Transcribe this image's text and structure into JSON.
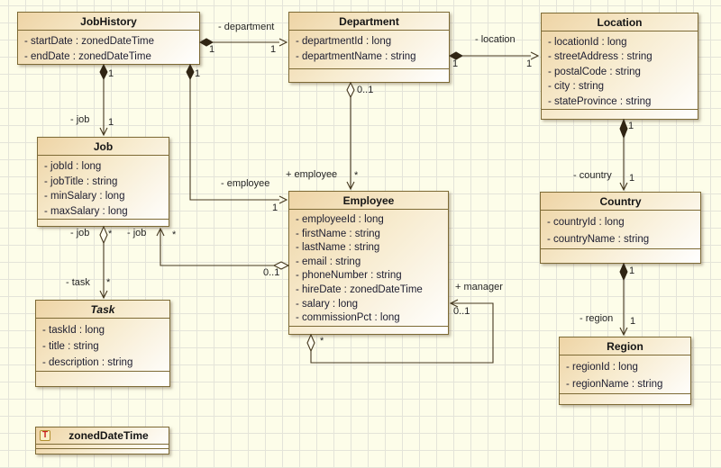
{
  "canvas": {
    "background_color": "#fdfde9",
    "grid_color": "#e4e4d9",
    "box_fill_start": "#eed4a5",
    "box_border_color": "#7d6a35",
    "datatype_icon_color": "#cc2222"
  },
  "diagram": {
    "classes": [
      {
        "name": "JobHistory",
        "attributes": [
          "- startDate : zonedDateTime",
          "- endDate : zonedDateTime"
        ]
      },
      {
        "name": "Department",
        "attributes": [
          "- departmentId : long",
          "- departmentName : string"
        ]
      },
      {
        "name": "Location",
        "attributes": [
          "- locationId : long",
          "- streetAddress : string",
          "- postalCode : string",
          "- city : string",
          "- stateProvince : string"
        ]
      },
      {
        "name": "Job",
        "attributes": [
          "- jobId : long",
          "- jobTitle : string",
          "- minSalary : long",
          "- maxSalary : long"
        ]
      },
      {
        "name": "Employee",
        "attributes": [
          "- employeeId : long",
          "- firstName : string",
          "- lastName : string",
          "- email : string",
          "- phoneNumber : string",
          "- hireDate : zonedDateTime",
          "- salary : long",
          "- commissionPct : long"
        ]
      },
      {
        "name": "Task",
        "attributes": [
          "- taskId : long",
          "- title : string",
          "- description : string"
        ]
      },
      {
        "name": "Country",
        "attributes": [
          "- countryId : long",
          "- countryName : string"
        ]
      },
      {
        "name": "Region",
        "attributes": [
          "- regionId : long",
          "- regionName : string"
        ]
      }
    ],
    "datatype": {
      "name": "zonedDateTime",
      "icon_letter": "T"
    },
    "edges": {
      "jobhistory_department": {
        "target_role": "- department",
        "source_mult": "1",
        "target_mult": "1"
      },
      "department_location": {
        "target_role": "- location",
        "source_mult": "1",
        "target_mult": "1"
      },
      "jobhistory_job": {
        "target_role": "- job",
        "source_mult": "1",
        "target_mult": "1"
      },
      "jobhistory_employee": {
        "target_role": "- employee",
        "source_mult": "1",
        "target_mult": "1"
      },
      "department_employee": {
        "target_role": "+ employee",
        "source_mult": "0..1",
        "target_mult": "*"
      },
      "job_task": {
        "source_role": "- job",
        "source_mult": "*",
        "target_role": "- task",
        "target_mult": "*"
      },
      "employee_job": {
        "target_role": "- job",
        "target_mult": "*",
        "source_mult": "0..1"
      },
      "employee_manager": {
        "target_role": "+ manager",
        "source_mult": "*",
        "target_mult": "0..1"
      },
      "location_country": {
        "target_role": "- country",
        "source_mult": "1",
        "target_mult": "1"
      },
      "country_region": {
        "target_role": "- region",
        "source_mult": "1",
        "target_mult": "1"
      }
    }
  }
}
